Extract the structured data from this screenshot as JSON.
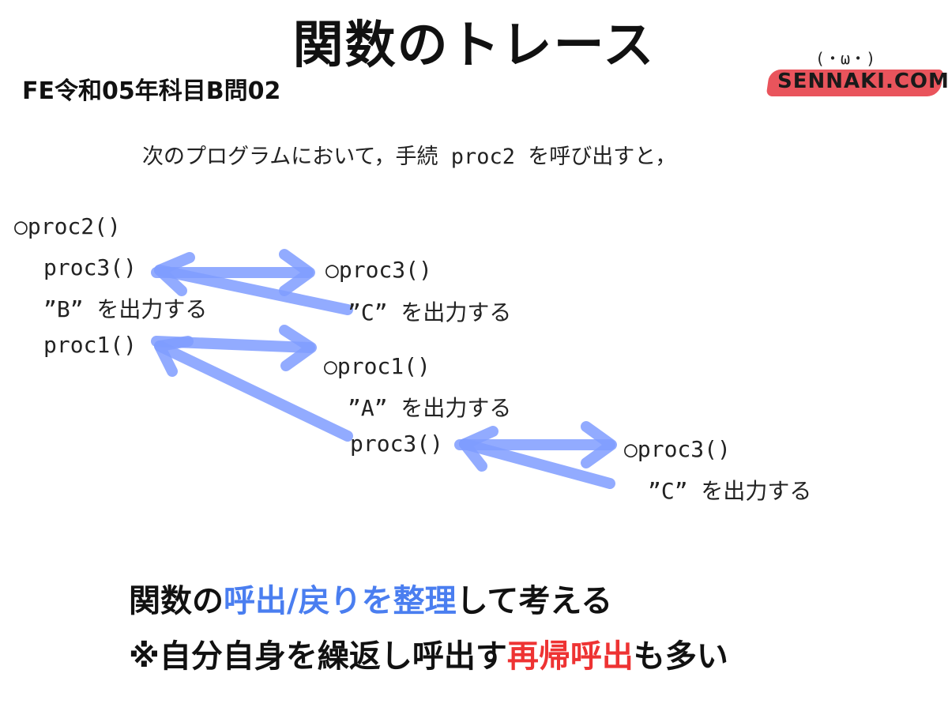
{
  "title": "関数のトレース",
  "subtitle": "FE令和05年科目B問02",
  "logo": {
    "face": "(・ω・)",
    "text": "SENNAKI.COM",
    "brush_color": "#e9545c"
  },
  "intro": "次のプログラムにおいて，手続 proc2 を呼び出すと，",
  "code": {
    "proc2_def": "○proc2()",
    "proc2_call_proc3": "proc3()",
    "proc2_out_b": "”B” を出力する",
    "proc2_call_proc1": "proc1()",
    "proc3_def_1": "○proc3()",
    "proc3_out_c_1": "”C” を出力する",
    "proc1_def": "○proc1()",
    "proc1_out_a": "”A” を出力する",
    "proc1_call_proc3": "proc3()",
    "proc3_def_2": "○proc3()",
    "proc3_out_c_2": "”C” を出力する"
  },
  "arrow_color": "#7f9cff",
  "bottom": {
    "line1": {
      "prefix": "関数の",
      "highlight": "呼出/戻りを整理",
      "suffix": "して考える"
    },
    "line2": {
      "prefix": "※自分自身を繰返し呼出す",
      "highlight": "再帰呼出",
      "suffix": "も多い"
    },
    "highlight_blue": "#4a7ef0",
    "highlight_red": "#ee3333"
  }
}
